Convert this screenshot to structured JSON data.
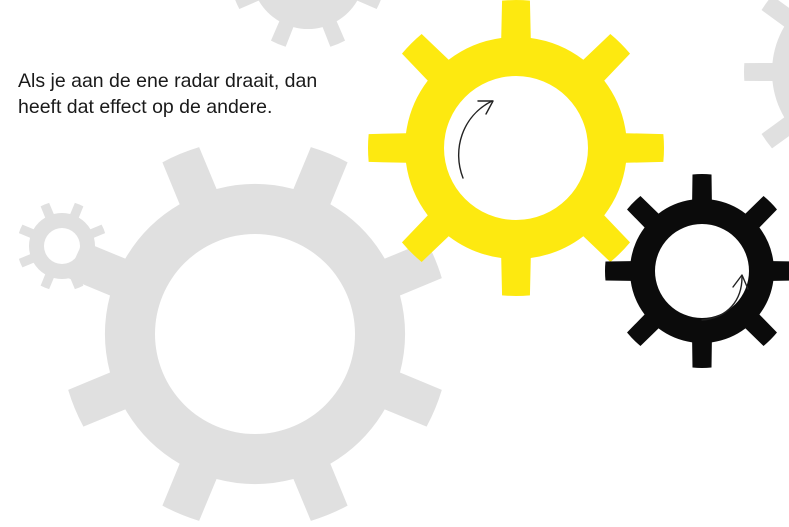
{
  "caption": {
    "line1": "Als je aan de ene radar draait, dan",
    "line2": "heeft dat effect op de andere."
  },
  "colors": {
    "background": "#ffffff",
    "gear_grey": "#e0e0e0",
    "gear_yellow": "#fde910",
    "gear_black": "#0b0b0b",
    "arrow_yellow_gear": "#222222",
    "arrow_black_gear": "#222222",
    "text": "#1a1a1a"
  },
  "gears": [
    {
      "name": "grey-gear-top",
      "color": "gear_grey"
    },
    {
      "name": "grey-gear-right-edge",
      "color": "gear_grey"
    },
    {
      "name": "grey-gear-small",
      "color": "gear_grey"
    },
    {
      "name": "grey-gear-large",
      "color": "gear_grey"
    },
    {
      "name": "yellow-gear",
      "color": "gear_yellow"
    },
    {
      "name": "black-gear",
      "color": "gear_black"
    }
  ],
  "arrows": [
    {
      "name": "rotation-arrow-yellow-gear",
      "color": "arrow_yellow_gear"
    },
    {
      "name": "rotation-arrow-black-gear",
      "color": "arrow_black_gear"
    }
  ]
}
